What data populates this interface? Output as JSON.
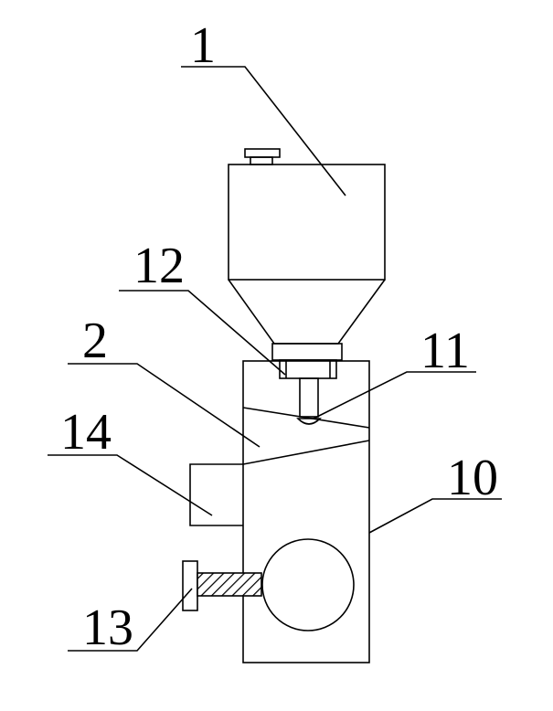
{
  "labels": {
    "l1": "1",
    "l12": "12",
    "l2": "2",
    "l11": "11",
    "l14": "14",
    "l10": "10",
    "l13": "13"
  }
}
